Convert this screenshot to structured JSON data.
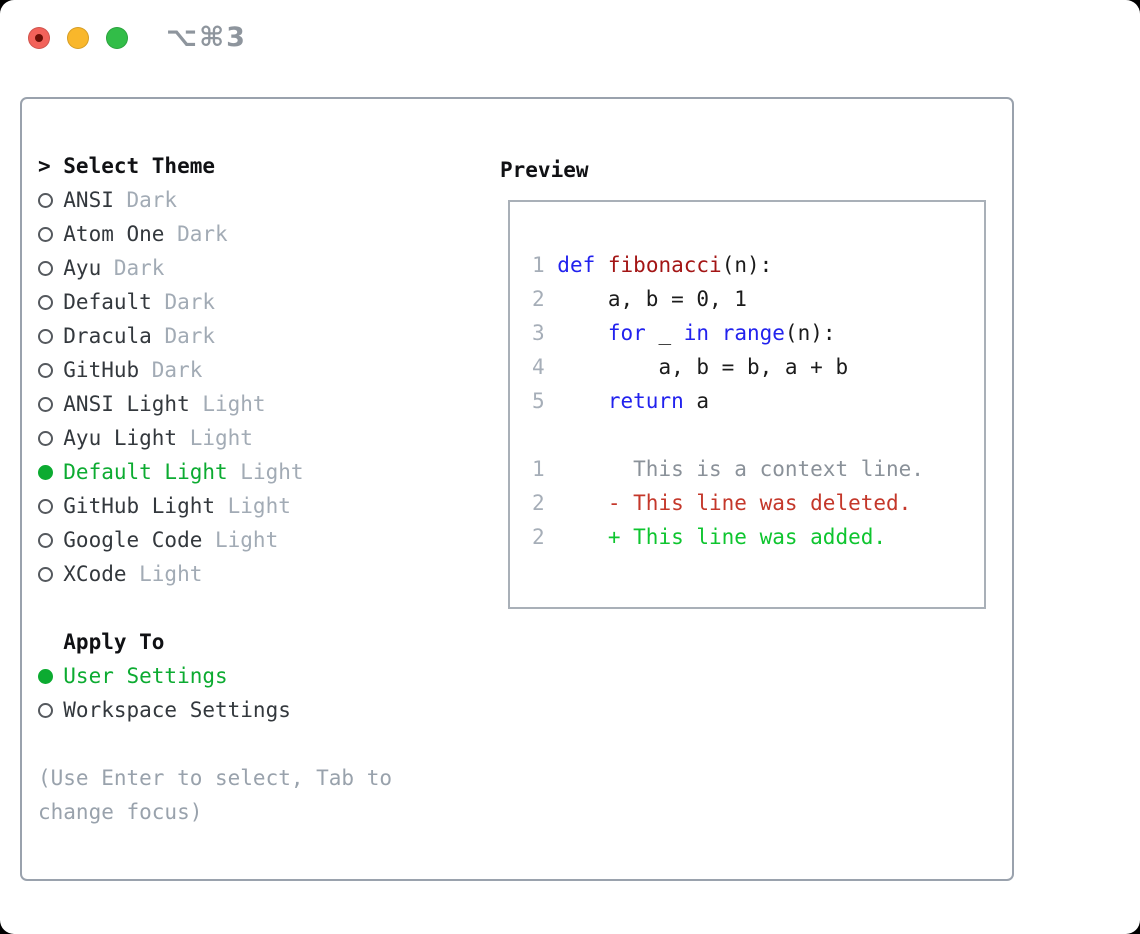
{
  "titlebar": {
    "title": "⌥⌘3",
    "buttons": [
      "close",
      "minimize",
      "zoom"
    ]
  },
  "left": {
    "prompt_char": ">",
    "title": "Select Theme",
    "themes": [
      {
        "label": "ANSI",
        "variant": "Dark",
        "selected": false
      },
      {
        "label": "Atom One",
        "variant": "Dark",
        "selected": false
      },
      {
        "label": "Ayu",
        "variant": "Dark",
        "selected": false
      },
      {
        "label": "Default",
        "variant": "Dark",
        "selected": false
      },
      {
        "label": "Dracula",
        "variant": "Dark",
        "selected": false
      },
      {
        "label": "GitHub",
        "variant": "Dark",
        "selected": false
      },
      {
        "label": "ANSI Light",
        "variant": "Light",
        "selected": false
      },
      {
        "label": "Ayu Light",
        "variant": "Light",
        "selected": false
      },
      {
        "label": "Default Light",
        "variant": "Light",
        "selected": true
      },
      {
        "label": "GitHub Light",
        "variant": "Light",
        "selected": false
      },
      {
        "label": "Google Code",
        "variant": "Light",
        "selected": false
      },
      {
        "label": "XCode",
        "variant": "Light",
        "selected": false
      }
    ],
    "apply_to": {
      "title": "Apply To",
      "options": [
        {
          "label": "User Settings",
          "selected": true
        },
        {
          "label": "Workspace Settings",
          "selected": false
        }
      ]
    },
    "hint": "(Use Enter to select, Tab to change focus)"
  },
  "preview": {
    "title": "Preview",
    "code_lines": [
      {
        "num": "1",
        "tokens": [
          {
            "text": "def",
            "style": "keyword"
          },
          {
            "text": " ",
            "style": "plain"
          },
          {
            "text": "fibonacci",
            "style": "function"
          },
          {
            "text": "(n):",
            "style": "plain"
          }
        ]
      },
      {
        "num": "2",
        "tokens": [
          {
            "text": "    a, b = 0, 1",
            "style": "plain"
          }
        ]
      },
      {
        "num": "3",
        "tokens": [
          {
            "text": "    ",
            "style": "plain"
          },
          {
            "text": "for",
            "style": "keyword"
          },
          {
            "text": " _ ",
            "style": "plain"
          },
          {
            "text": "in",
            "style": "keyword"
          },
          {
            "text": " ",
            "style": "plain"
          },
          {
            "text": "range",
            "style": "keyword"
          },
          {
            "text": "(n):",
            "style": "plain"
          }
        ]
      },
      {
        "num": "4",
        "tokens": [
          {
            "text": "        a, b = b, a + b",
            "style": "plain"
          }
        ]
      },
      {
        "num": "5",
        "tokens": [
          {
            "text": "    ",
            "style": "plain"
          },
          {
            "text": "return",
            "style": "keyword"
          },
          {
            "text": " a",
            "style": "plain"
          }
        ]
      },
      {
        "num": "",
        "tokens": []
      },
      {
        "num": "1",
        "tokens": [
          {
            "text": "      This is a context line.",
            "style": "context"
          }
        ]
      },
      {
        "num": "2",
        "tokens": [
          {
            "text": "    ",
            "style": "plain"
          },
          {
            "text": "- This line was deleted.",
            "style": "deleted"
          }
        ]
      },
      {
        "num": "2",
        "tokens": [
          {
            "text": "    ",
            "style": "plain"
          },
          {
            "text": "+ This line was added.",
            "style": "added"
          }
        ]
      }
    ]
  },
  "colors": {
    "traffic_red": "#f2625a",
    "traffic_red_dot": "#6b0f06",
    "traffic_yellow": "#f9b72b",
    "traffic_green": "#32bd48",
    "title_gray": "#8e959d",
    "panel_border": "#9aa2ad",
    "box_border": "#a9b0b8",
    "heading": "#101114",
    "item_text": "#33383d",
    "muted": "#a2abb5",
    "hint": "#99a2ac",
    "selected_green": "#0cab31",
    "radio_ring": "#55595e",
    "line_number": "#a6aeb8",
    "code_text": "#1b1b1b",
    "keyword": "#2222ee",
    "function": "#a31515",
    "context": "#8a9199",
    "deleted": "#c4372a",
    "added": "#0ec52f"
  }
}
